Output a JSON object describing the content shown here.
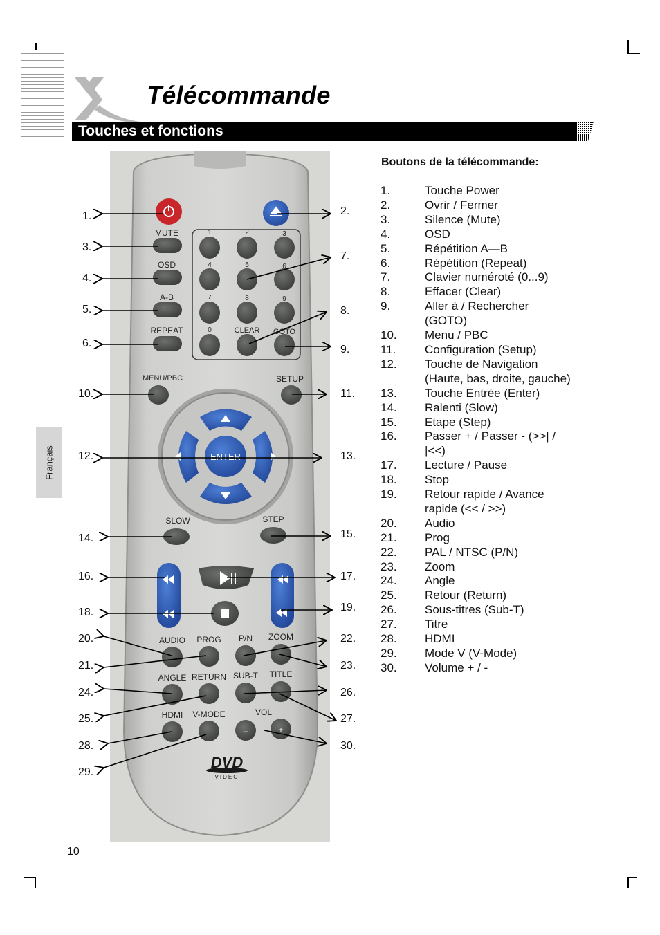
{
  "header": {
    "title": "Télécommande",
    "section": "Touches et fonctions"
  },
  "language_tab": "Français",
  "remote_labels": {
    "mute": "MUTE",
    "osd": "OSD",
    "ab": "A-B",
    "repeat": "REPEAT",
    "clear": "CLEAR",
    "goto": "GOTO",
    "menu": "MENU/PBC",
    "setup": "SETUP",
    "enter": "ENTER",
    "slow": "SLOW",
    "step": "STEP",
    "audio": "AUDIO",
    "prog": "PROG",
    "pn": "P/N",
    "zoom": "ZOOM",
    "angle": "ANGLE",
    "return": "RETURN",
    "subt": "SUB-T",
    "title": "TITLE",
    "hdmi": "HDMI",
    "vmode": "V-MODE",
    "vol": "VOL",
    "dvd": "DVD",
    "video": "VIDEO",
    "digits": [
      "1",
      "2",
      "3",
      "4",
      "5",
      "6",
      "7",
      "8",
      "9",
      "0"
    ]
  },
  "callouts": {
    "left": [
      "1.",
      "3.",
      "4.",
      "5.",
      "6.",
      "10.",
      "12.",
      "14.",
      "16.",
      "18.",
      "20.",
      "21.",
      "24.",
      "25.",
      "28.",
      "29."
    ],
    "right": [
      "2.",
      "7.",
      "8.",
      "9.",
      "11.",
      "13.",
      "15.",
      "17.",
      "19.",
      "22.",
      "23.",
      "26.",
      "27.",
      "30."
    ]
  },
  "list": {
    "heading": "Boutons de la télécommande:",
    "items": [
      {
        "num": "1.",
        "text": "Touche Power"
      },
      {
        "num": "2.",
        "text": "Ovrir / Fermer"
      },
      {
        "num": "3.",
        "text": "Silence (Mute)"
      },
      {
        "num": "4.",
        "text": "OSD"
      },
      {
        "num": "5.",
        "text": "Répétition A—B"
      },
      {
        "num": "6.",
        "text": "Répétition (Repeat)"
      },
      {
        "num": "7.",
        "text": "Clavier numéroté (0...9)"
      },
      {
        "num": "8.",
        "text": "Effacer (Clear)"
      },
      {
        "num": "9.",
        "text": "Aller à / Rechercher\n(GOTO)"
      },
      {
        "num": "10.",
        "text": "Menu / PBC"
      },
      {
        "num": "11.",
        "text": "Configuration (Setup)"
      },
      {
        "num": "12.",
        "text": "Touche de Navigation\n(Haute, bas, droite, gauche)"
      },
      {
        "num": "13.",
        "text": "Touche Entrée (Enter)"
      },
      {
        "num": "14.",
        "text": "Ralenti (Slow)"
      },
      {
        "num": "15.",
        "text": "Etape (Step)"
      },
      {
        "num": "16.",
        "text": "Passer + / Passer - (>>| /\n|<<)"
      },
      {
        "num": "17.",
        "text": "Lecture / Pause"
      },
      {
        "num": "18.",
        "text": "Stop"
      },
      {
        "num": "19.",
        "text": "Retour rapide / Avance\nrapide (<< /  >>)"
      },
      {
        "num": "20.",
        "text": "Audio"
      },
      {
        "num": "21.",
        "text": "Prog"
      },
      {
        "num": "22.",
        "text": "PAL / NTSC (P/N)"
      },
      {
        "num": "23.",
        "text": "Zoom"
      },
      {
        "num": "24.",
        "text": "Angle"
      },
      {
        "num": "25.",
        "text": "Retour (Return)"
      },
      {
        "num": "26.",
        "text": "Sous-titres (Sub-T)"
      },
      {
        "num": "27.",
        "text": "Titre"
      },
      {
        "num": "28.",
        "text": "HDMI"
      },
      {
        "num": "29.",
        "text": "Mode V (V-Mode)"
      },
      {
        "num": "30.",
        "text": "Volume + / -"
      }
    ]
  },
  "page_number": "10",
  "colors": {
    "power_red": "#c8262a",
    "accent_blue": "#2f5fb3",
    "remote_body": "#c9cac7",
    "button_dark": "#505250",
    "section_bar": "#000000"
  }
}
